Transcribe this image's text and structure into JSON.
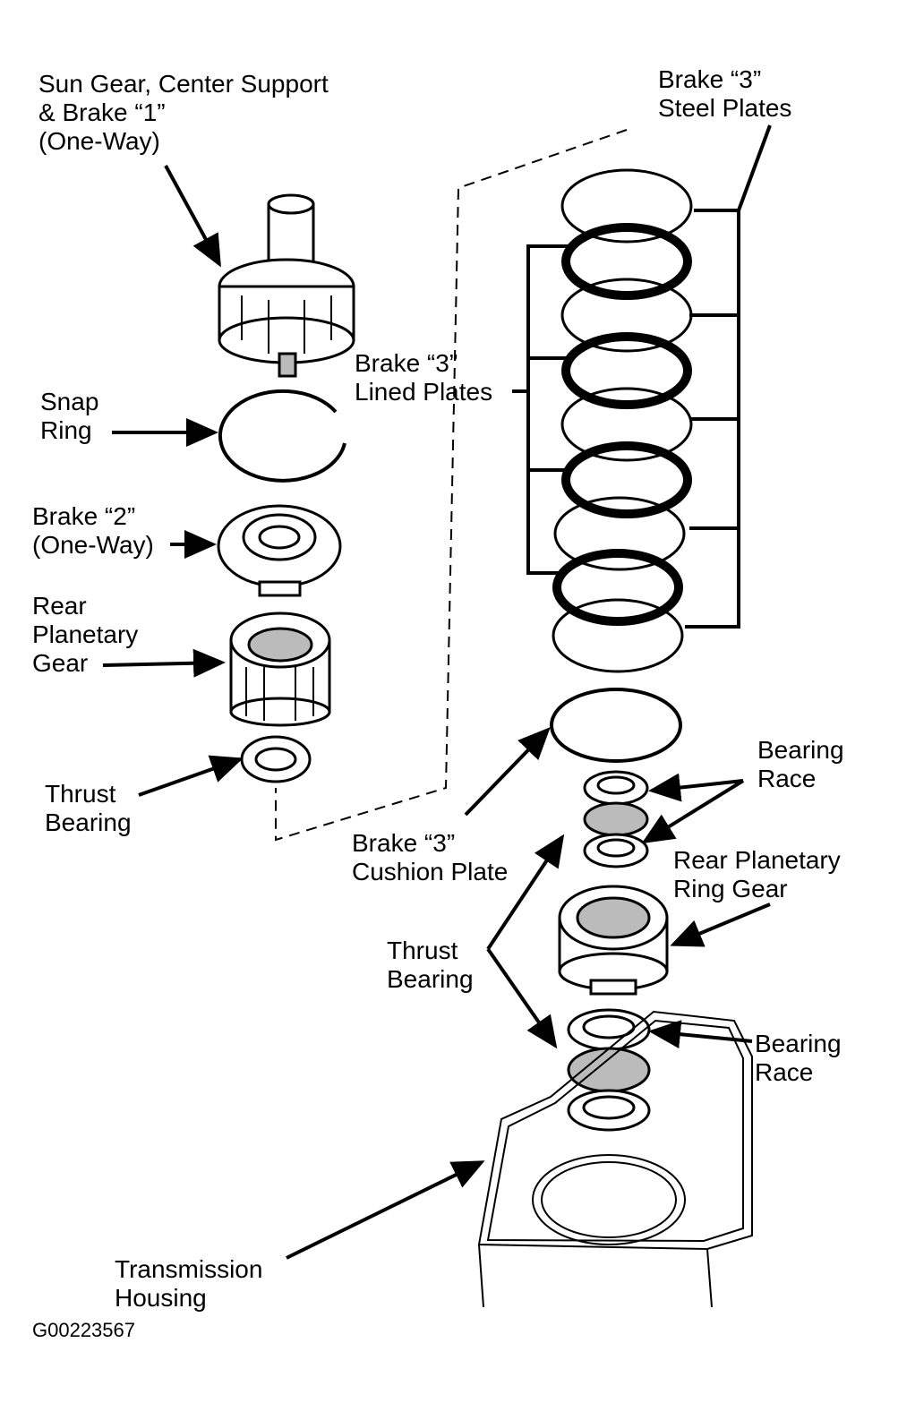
{
  "figure_id": "G00223567",
  "labels": {
    "sun_gear": [
      "Sun Gear, Center Support",
      "& Brake “1”",
      "(One-Way)"
    ],
    "snap_ring": [
      "Snap",
      "Ring"
    ],
    "brake2": [
      "Brake “2”",
      "(One-Way)"
    ],
    "rear_planetary_gear": [
      "Rear",
      "Planetary",
      "Gear"
    ],
    "thrust_bearing_left": [
      "Thrust",
      "Bearing"
    ],
    "brake3_steel": [
      "Brake “3”",
      "Steel Plates"
    ],
    "brake3_lined": [
      "Brake “3”",
      "Lined Plates"
    ],
    "brake3_cushion": [
      "Brake “3”",
      "Cushion Plate"
    ],
    "bearing_race_top": [
      "Bearing",
      "Race"
    ],
    "rear_planetary_ring": [
      "Rear Planetary",
      "Ring Gear"
    ],
    "thrust_bearing_right": [
      "Thrust",
      "Bearing"
    ],
    "bearing_race_bottom": [
      "Bearing",
      "Race"
    ],
    "transmission_housing": [
      "Transmission",
      "Housing"
    ]
  }
}
